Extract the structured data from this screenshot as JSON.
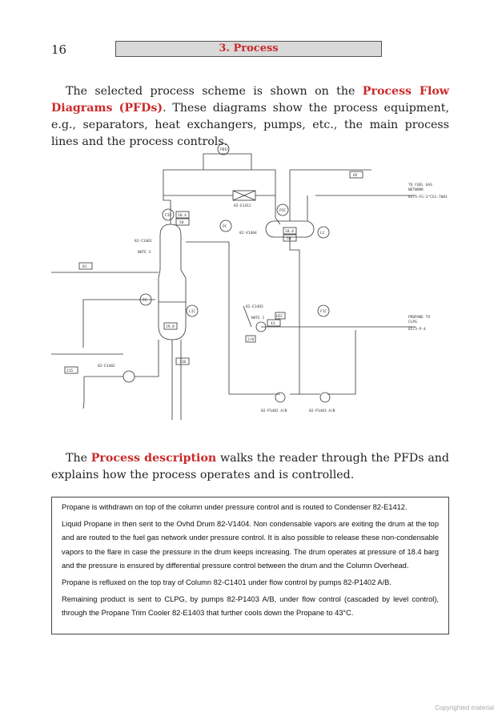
{
  "header": {
    "page_number": "16",
    "section_title": "3. Process"
  },
  "intro": {
    "before": "The selected process scheme is shown on the ",
    "highlight": "Process Flow Diagrams (PFDs)",
    "after": ". These diagrams show the process equipment, e.g., separators, heat exchangers, pumps, etc., the main process lines and the process controls."
  },
  "pfd": {
    "instruments": [
      "PDIC",
      "FIC",
      "PIC",
      "PC",
      "LC",
      "FC",
      "TC",
      "LIC",
      "TIC",
      "FIC",
      "HIC"
    ],
    "equipment": [
      "82-E1412",
      "82-V1404",
      "82-C1401",
      "82-E1403",
      "82-E1402",
      "82-P1402 A/B",
      "82-P1403 A/B"
    ],
    "notes": [
      "NOTE 3",
      "NOTE 1"
    ],
    "stream_tags": [
      "6V",
      "18.4",
      "58",
      "18.4",
      "58",
      "81",
      "19.8",
      "110",
      "43",
      "2/8",
      "215"
    ],
    "fuel_gas": [
      "TO FUEL GAS",
      "NETWORK",
      "82/3-FG-3\"CS1-7081"
    ],
    "propane": [
      "PROPANE TO",
      "CLPG",
      "82/3-P-4"
    ]
  },
  "process_para": {
    "before": "The ",
    "highlight": "Process description",
    "after": " walks the reader through the PFDs and explains how the process operates and is controlled."
  },
  "description": {
    "p1": "Propane is withdrawn on top of the column under pressure control and is routed to Condenser 82-E1412.",
    "p2": "Liquid Propane in then sent to the Ovhd Drum 82-V1404. Non condensable vapors are exiting the drum at the top and are routed to the fuel gas network under pressure control. It is also possible to release these non-condensable vapors to the flare in case the pressure in the drum keeps increasing. The drum operates at pressure of 18.4 barg and the pressure is ensured by differential pressure control between the drum and the Column Overhead.",
    "p3": "Propane is refluxed on the top tray of Column 82-C1401 under flow control by pumps 82-P1402 A/B.",
    "p4": "Remaining product is sent to CLPG, by pumps 82-P1403 A/B, under flow control (cascaded by level control), through the Propane Trim Cooler 82-E1403 that further cools down the Propane to 43°C."
  },
  "footer": {
    "copyright": "Copyrighted material"
  }
}
